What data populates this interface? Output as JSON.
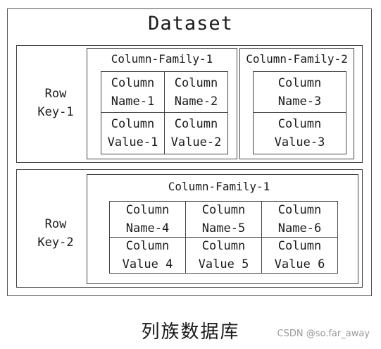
{
  "title": "Dataset",
  "rows": [
    {
      "key_line1": "Row",
      "key_line2": "Key-1",
      "families": [
        {
          "name": "Column-Family-1",
          "columns": [
            {
              "name": [
                "Column",
                "Name-1"
              ],
              "value": [
                "Column",
                "Value-1"
              ]
            },
            {
              "name": [
                "Column",
                "Name-2"
              ],
              "value": [
                "Column",
                "Value-2"
              ]
            }
          ]
        },
        {
          "name": "Column-Family-2",
          "columns": [
            {
              "name": [
                "Column",
                "Name-3"
              ],
              "value": [
                "Column",
                "Value-3"
              ]
            }
          ]
        }
      ]
    },
    {
      "key_line1": "Row",
      "key_line2": "Key-2",
      "families": [
        {
          "name": "Column-Family-1",
          "columns": [
            {
              "name": [
                "Column",
                "Name-4"
              ],
              "value": [
                "Column",
                "Value 4"
              ]
            },
            {
              "name": [
                "Column",
                "Name-5"
              ],
              "value": [
                "Column",
                "Value 5"
              ]
            },
            {
              "name": [
                "Column",
                "Name-6"
              ],
              "value": [
                "Column",
                "Value 6"
              ]
            }
          ]
        }
      ]
    }
  ],
  "caption": "列族数据库",
  "watermark": "CSDN @so.far_away"
}
